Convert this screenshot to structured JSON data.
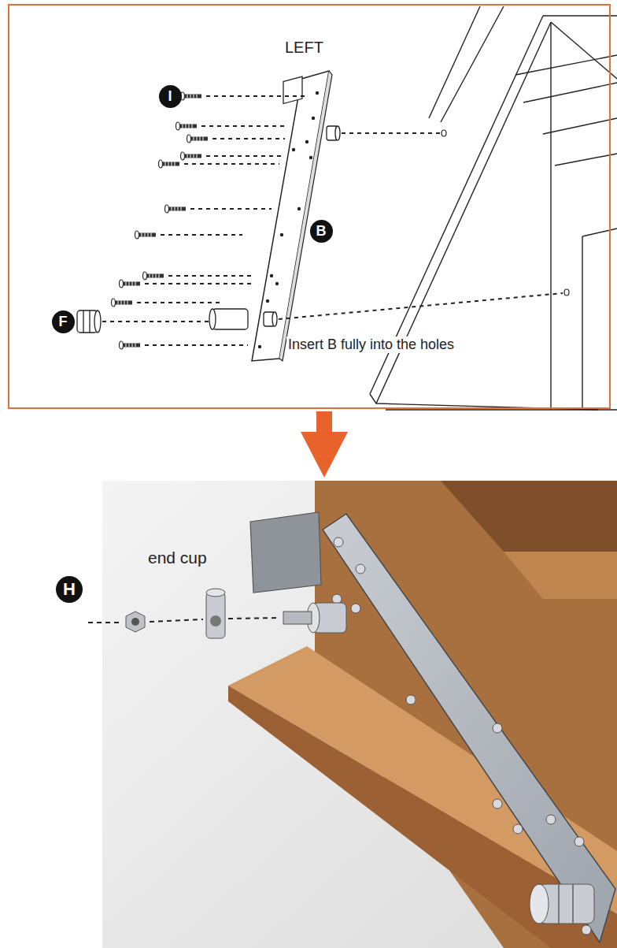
{
  "diagram": {
    "nodes": [
      {
        "text": [
          "LEFT",
          "Insert B fully into the holes"
        ]
      },
      {
        "text": [
          "I"
        ],
        "in": 0
      },
      {
        "text": [
          "B"
        ],
        "in": 0
      },
      {
        "text": [
          "F"
        ],
        "in": 0
      },
      {
        "text": [
          "H"
        ]
      }
    ],
    "labels": [
      "end cup"
    ]
  }
}
